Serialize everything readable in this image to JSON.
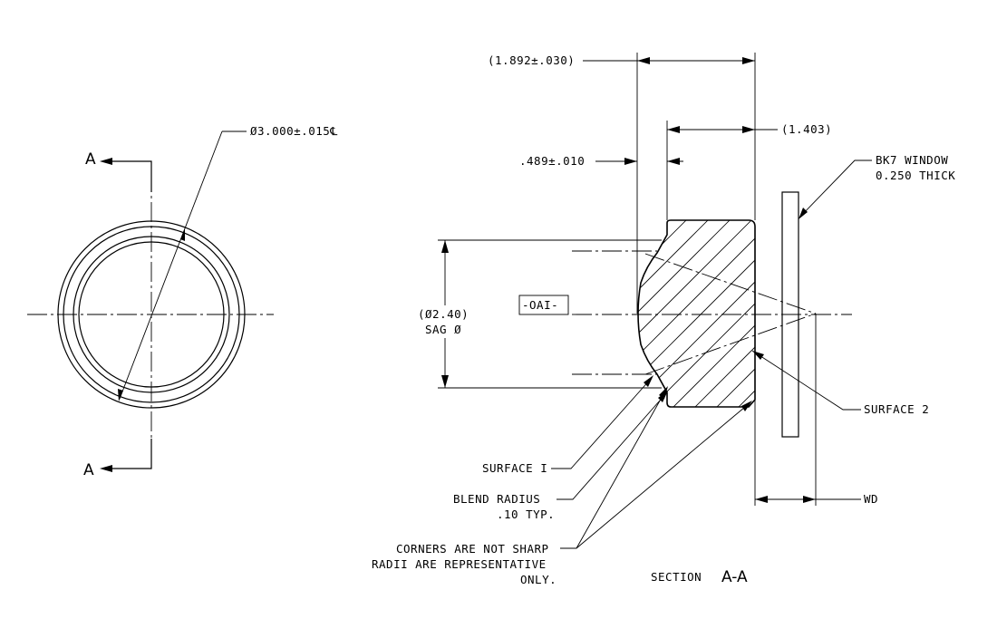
{
  "front_view": {
    "diameter_label": "Ø3.000±.015℄",
    "section_mark_top": "A",
    "section_mark_bottom": "A"
  },
  "section_view": {
    "dim_overall": "(1.892±.030)",
    "dim_inner": "(1.403)",
    "dim_flange": ".489±.010",
    "sag_diameter_line1": "(Ø2.40)",
    "sag_diameter_line2": "SAG Ø",
    "datum": "-OAI-",
    "window_line1": "BK7 WINDOW",
    "window_line2": "0.250 THICK",
    "surface_2": "SURFACE 2",
    "surface_1": "SURFACE I",
    "blend_line1": "BLEND  RADIUS",
    "blend_line2": ".10 TYP.",
    "corners_line1": "CORNERS ARE NOT SHARP",
    "corners_line2": "RADII ARE REPRESENTATIVE",
    "corners_line3": "ONLY.",
    "wd": "WD",
    "section_label": "SECTION",
    "section_id": "A-A"
  }
}
